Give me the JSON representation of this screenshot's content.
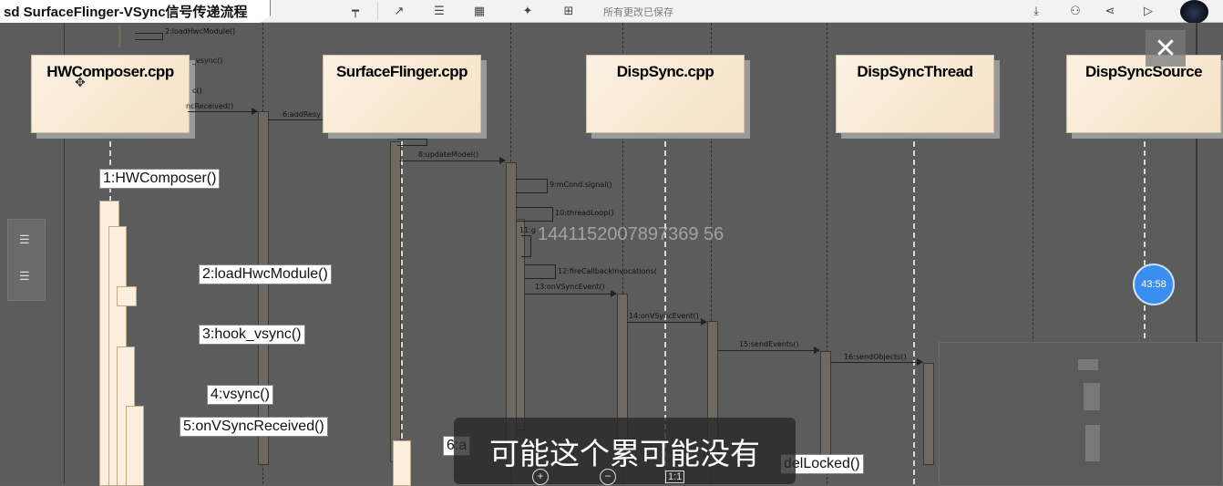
{
  "title": "sd SurfaceFlinger-VSync信号传递流程",
  "toolbar": {
    "status": "所有更改已保存",
    "icons": [
      "pin-icon",
      "arrow-icon",
      "align-icon",
      "grid-icon",
      "magic-icon",
      "layout-icon",
      "download-icon",
      "collab-icon",
      "share-icon",
      "play-icon"
    ]
  },
  "lifelines": [
    {
      "name": "HWComposer.cpp"
    },
    {
      "name": "SurfaceFlinger.cpp"
    },
    {
      "name": "DispSync.cpp"
    },
    {
      "name": "DispSyncThread"
    },
    {
      "name": "DispSyncSource"
    }
  ],
  "calls": [
    "1:HWComposer()",
    "2:loadHwcModule()",
    "3:hook_vsync()",
    "4:vsync()",
    "5:onVSyncReceived()",
    "6:a",
    "delLocked()"
  ],
  "messages": [
    "2:loadHwcModule()",
    "_vsync()",
    "c()",
    "ncReceived()",
    "6:addResy",
    "8:updateModel()",
    "9:mCond.signal()",
    "10:threadLoop()",
    "11:g",
    "12:fireCallbackInvocations(",
    "13:onVSyncEvent()",
    "14:onVSyncEvent()",
    "15:sendEvents()",
    "16:sendObjects()"
  ],
  "watermark": "1441152007897369 56",
  "timer": "43:58",
  "subtitle": "可能这个累可能没有",
  "zoom": {
    "in": "+",
    "out": "−",
    "ratio": "1:1"
  }
}
